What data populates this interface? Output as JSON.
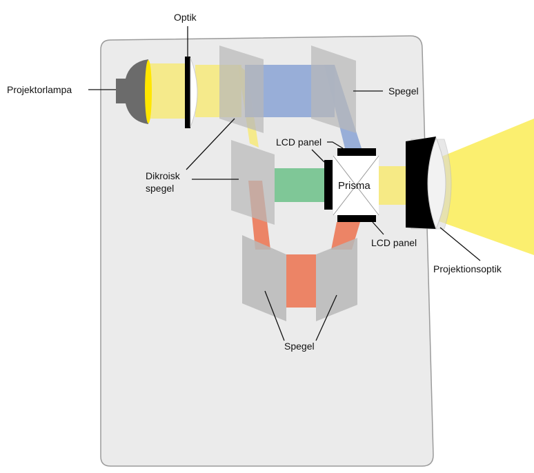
{
  "labels": {
    "projector_lamp": "Projektorlampa",
    "optics": "Optik",
    "mirror_top": "Spegel",
    "lcd_panel_top": "LCD panel",
    "dichroic_mirror_line1": "Dikroisk",
    "dichroic_mirror_line2": "spegel",
    "prism": "Prisma",
    "lcd_panel_bottom": "LCD panel",
    "projection_optics": "Projektionsoptik",
    "mirror_bottom": "Spegel"
  },
  "colors": {
    "housing": "#ebebeb",
    "housing_border": "#9a9a9a",
    "light_yellow": "#f7ea7a",
    "light_blue": "#8fa7d6",
    "light_green": "#7fc797",
    "light_red": "#ec8466",
    "mirror_gray": "#b9b9b9",
    "panel_black": "#000000",
    "lamp_gray": "#6b6b6b",
    "lamp_glow": "#ffe600",
    "output_beam": "#fbef6f"
  }
}
